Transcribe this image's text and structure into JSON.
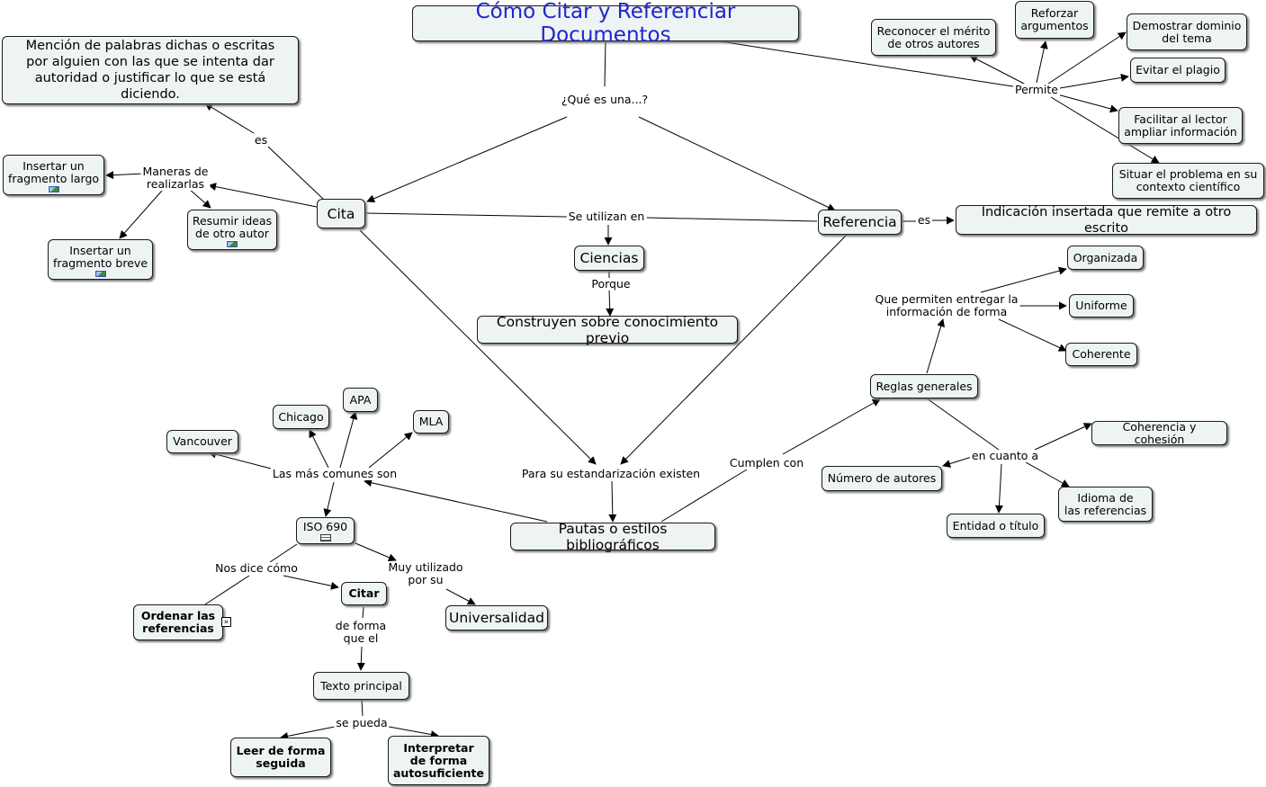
{
  "title": "Cómo Citar y Referenciar Documentos",
  "nodes": {
    "definicion_cita": "Mención de palabras dichas o escritas\npor alguien con las que se intenta dar\nautoridad o justificar lo que se está diciendo.",
    "cita": "Cita",
    "referencia": "Referencia",
    "definicion_referencia": "Indicación insertada que remite a otro escrito",
    "reconocer": "Reconocer el mérito\nde otros autores",
    "reforzar": "Reforzar\nargumentos",
    "demostrar": "Demostrar dominio\ndel tema",
    "evitar": "Evitar el plagio",
    "facilitar": "Facilitar al lector\nampliar información",
    "situar": "Situar el problema en su\ncontexto científico",
    "insertar_largo": "Insertar un\nfragmento largo",
    "resumir": "Resumir ideas\nde otro autor",
    "insertar_breve": "Insertar un\nfragmento breve",
    "ciencias": "Ciencias",
    "construyen": "Construyen sobre conocimiento previo",
    "organizada": "Organizada",
    "uniforme": "Uniforme",
    "coherente": "Coherente",
    "reglas": "Reglas generales",
    "coherencia": "Coherencia y cohesión",
    "numero_autores": "Número de autores",
    "idioma": "Idioma de\nlas referencias",
    "entidad": "Entidad o título",
    "pautas": "Pautas o estilos bibliográficos",
    "chicago": "Chicago",
    "apa": "APA",
    "mla": "MLA",
    "vancouver": "Vancouver",
    "iso": "ISO 690",
    "citar": "Citar",
    "ordenar": "Ordenar las\nreferencias",
    "universalidad": "Universalidad",
    "texto_principal": "Texto principal",
    "leer": "Leer de forma\nseguida",
    "interpretar": "Interpretar\nde forma\nautosuficiente"
  },
  "labels": {
    "que_es": "¿Qué es una...?",
    "permite": "Permite",
    "es_cita": "es",
    "maneras": "Maneras de\nrealizarlas",
    "se_utilizan": "Se utilizan en",
    "es_ref": "es",
    "porque": "Porque",
    "que_permiten": "Que permiten entregar la\ninformación de forma",
    "en_cuanto": "en cuanto a",
    "cumplen": "Cumplen con",
    "estandarizacion": "Para su estandarización existen",
    "mas_comunes": "Las más comunes son",
    "nos_dice": "Nos dice cómo",
    "muy_utilizado": "Muy utilizado\npor su",
    "de_forma": "de forma\nque el",
    "se_pueda": "se pueda"
  },
  "colors": {
    "title_text": "#1f27c9",
    "node_fill": "#eef3f4",
    "line": "#000000"
  }
}
